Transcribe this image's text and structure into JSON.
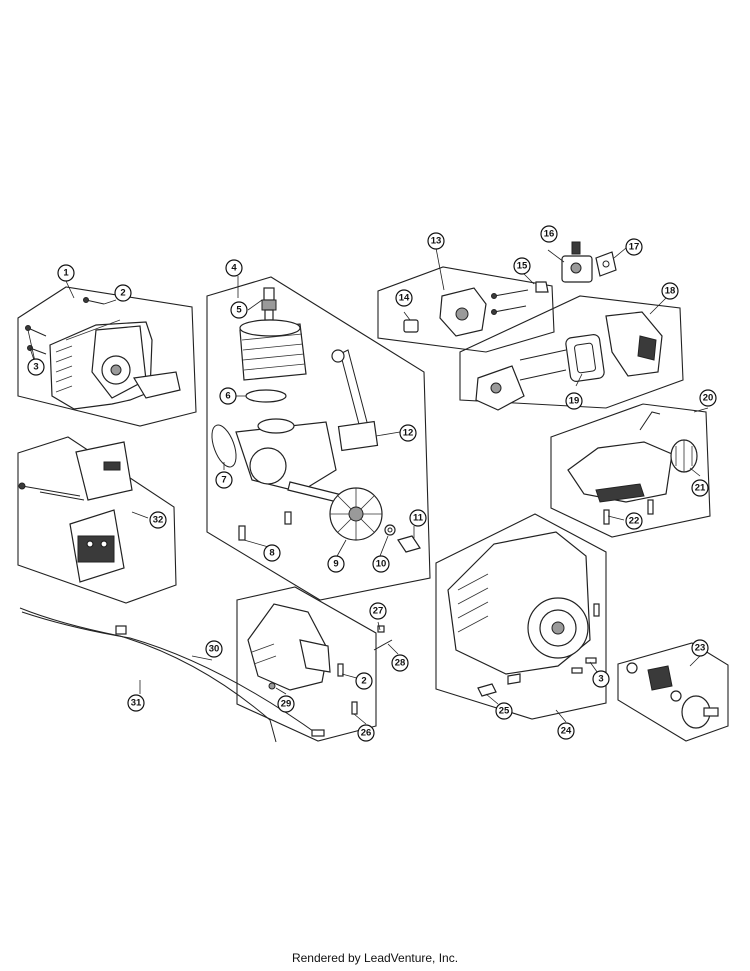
{
  "callouts": [
    {
      "label": "1"
    },
    {
      "label": "2"
    },
    {
      "label": "3"
    },
    {
      "label": "4"
    },
    {
      "label": "5"
    },
    {
      "label": "6"
    },
    {
      "label": "7"
    },
    {
      "label": "8"
    },
    {
      "label": "9"
    },
    {
      "label": "10"
    },
    {
      "label": "11"
    },
    {
      "label": "12"
    },
    {
      "label": "13"
    },
    {
      "label": "14"
    },
    {
      "label": "15"
    },
    {
      "label": "16"
    },
    {
      "label": "17"
    },
    {
      "label": "18"
    },
    {
      "label": "19"
    },
    {
      "label": "20"
    },
    {
      "label": "21"
    },
    {
      "label": "22"
    },
    {
      "label": "23"
    },
    {
      "label": "24"
    },
    {
      "label": "25"
    },
    {
      "label": "26"
    },
    {
      "label": "27"
    },
    {
      "label": "28"
    },
    {
      "label": "29"
    },
    {
      "label": "30"
    },
    {
      "label": "31"
    },
    {
      "label": "32"
    },
    {
      "label": "2"
    },
    {
      "label": "3"
    }
  ],
  "footer": {
    "text": "Rendered by LeadVenture, Inc."
  }
}
